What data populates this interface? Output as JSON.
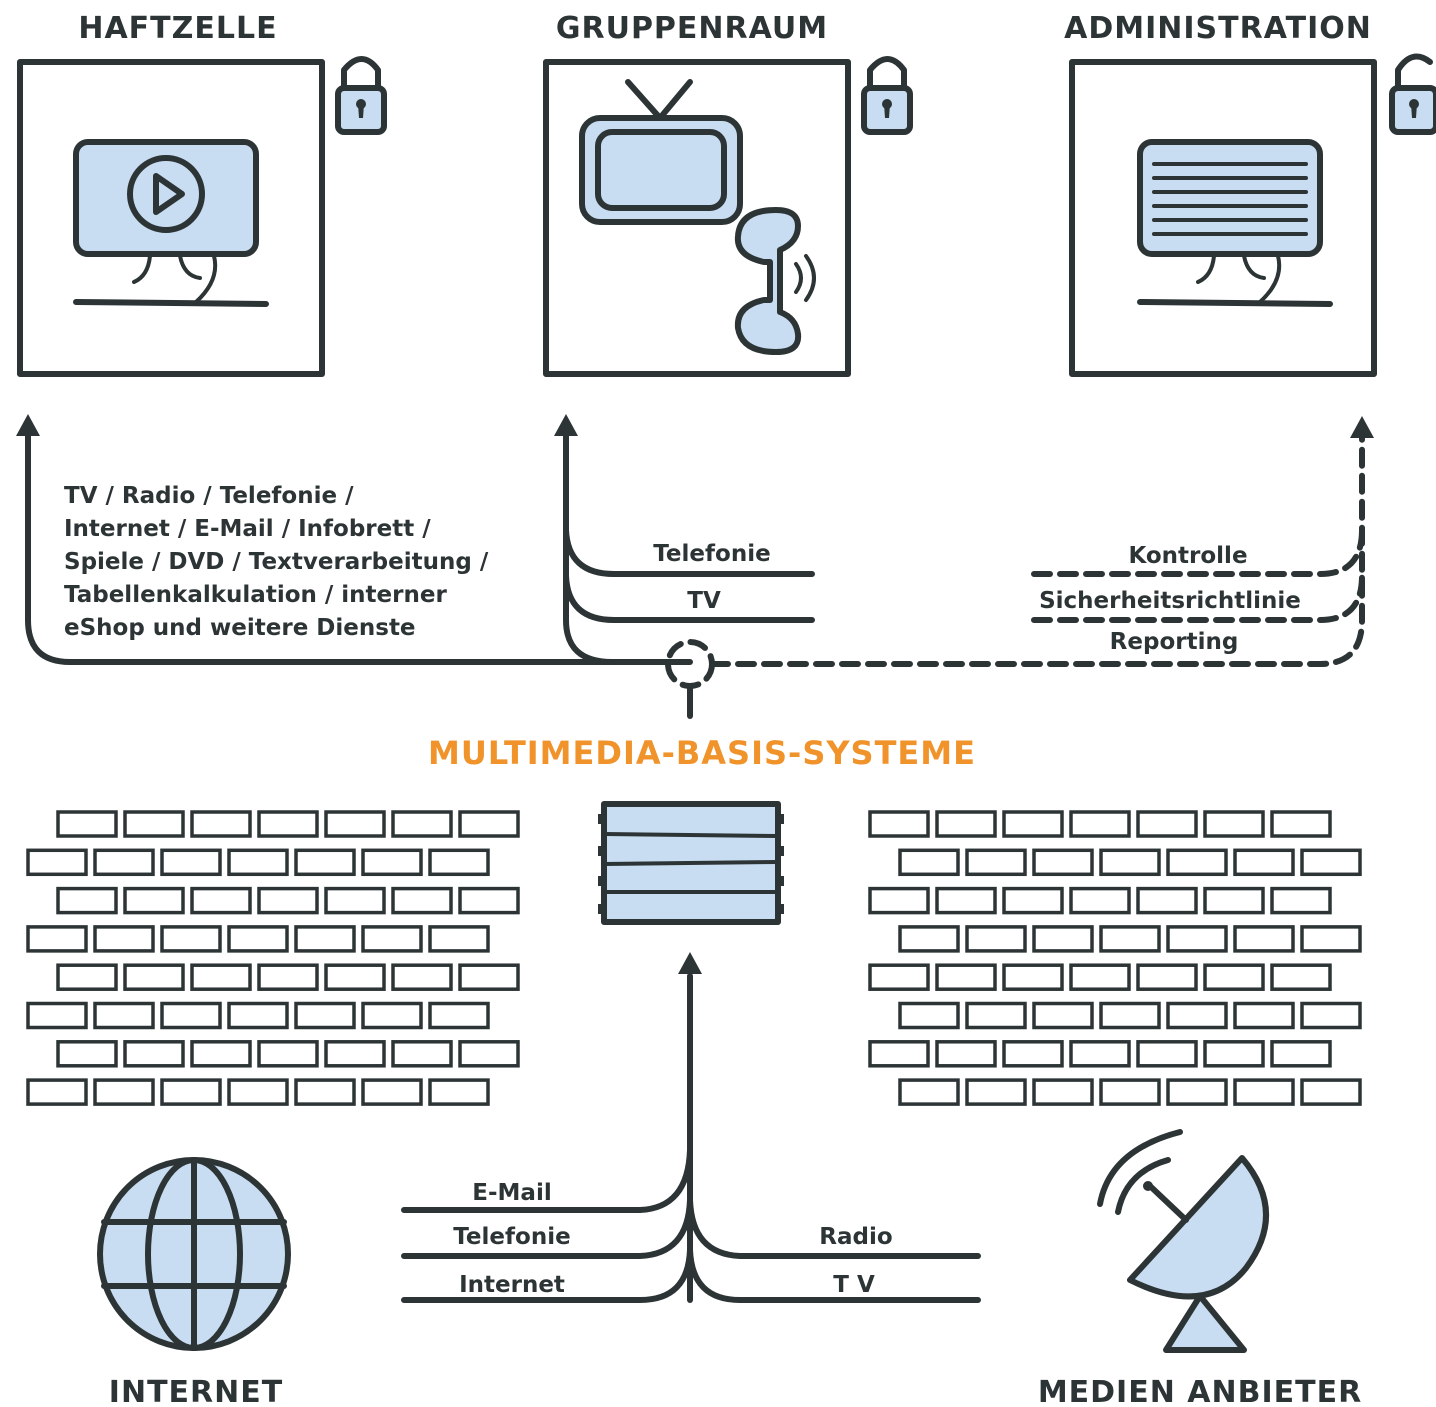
{
  "titles": {
    "haftzelle": "HAFTZELLE",
    "gruppenraum": "GRUPPENRAUM",
    "administration": "ADMINISTRATION",
    "center": "MULTIMEDIA-BASIS-SYSTEME",
    "internet": "INTERNET",
    "medien": "MEDIEN ANBIETER"
  },
  "services_lines": [
    "TV / Radio / Telefonie /",
    "Internet / E-Mail / Infobrett /",
    "Spiele / DVD / Textverarbeitung /",
    "Tabellenkalkulation / interner",
    "eShop und weitere Dienste"
  ],
  "gruppen_labels": {
    "telefonie": "Telefonie",
    "tv": "TV"
  },
  "admin_labels": {
    "kontrolle": "Kontrolle",
    "sicherheit": "Sicherheitsrichtlinie",
    "reporting": "Reporting"
  },
  "bottom_left_labels": {
    "email": "E-Mail",
    "telefonie": "Telefonie",
    "internet": "Internet"
  },
  "bottom_right_labels": {
    "radio": "Radio",
    "tv": "T V"
  },
  "colors": {
    "ink": "#2d3436",
    "fill_blue": "#c8ddf2",
    "accent_orange": "#f0932b"
  },
  "icons": [
    "monitor-play-icon",
    "tv-icon",
    "phone-icon",
    "monitor-text-icon",
    "lock-icon",
    "server-icon",
    "globe-icon",
    "satellite-dish-icon",
    "brick-wall"
  ]
}
